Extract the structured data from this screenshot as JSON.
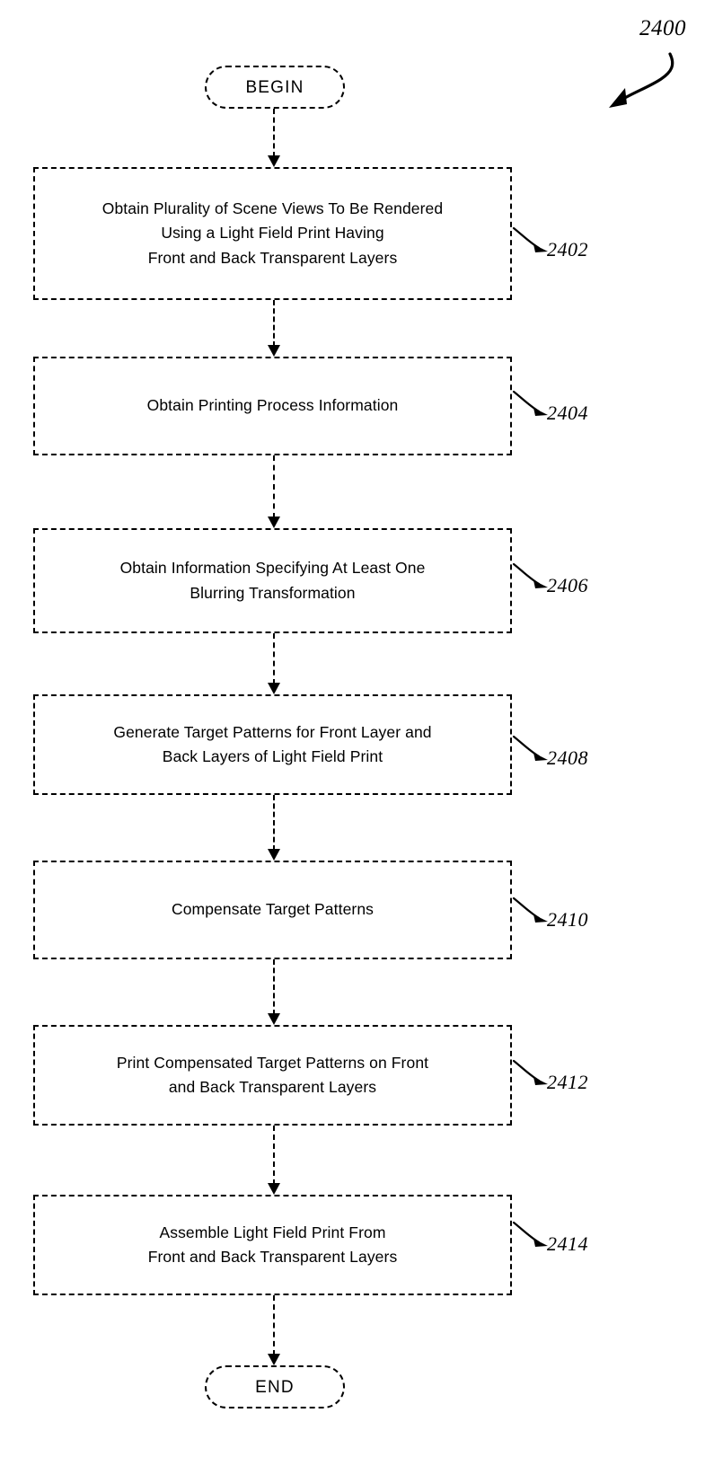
{
  "figure": {
    "number": "2400",
    "type": "flowchart",
    "style": "patent-line-drawing"
  },
  "terminators": {
    "begin": {
      "label": "BEGIN",
      "shape": "rounded-pill"
    },
    "end": {
      "label": "END",
      "shape": "rounded-pill"
    }
  },
  "steps": [
    {
      "ref": "2402",
      "text": "Obtain Plurality of Scene Views To Be Rendered\nUsing a Light Field Print Having\nFront and Back Transparent Layers",
      "lines": 3
    },
    {
      "ref": "2404",
      "text": "Obtain Printing Process Information",
      "lines": 1
    },
    {
      "ref": "2406",
      "text": "Obtain Information Specifying At Least One\nBlurring Transformation",
      "lines": 2
    },
    {
      "ref": "2408",
      "text": "Generate Target Patterns for Front Layer and\nBack Layers of Light Field Print",
      "lines": 2
    },
    {
      "ref": "2410",
      "text": "Compensate Target Patterns",
      "lines": 1
    },
    {
      "ref": "2412",
      "text": "Print Compensated Target Patterns on Front\nand Back Transparent Layers",
      "lines": 2
    },
    {
      "ref": "2414",
      "text": "Assemble Light Field Print From\nFront and Back Transparent Layers",
      "lines": 2
    }
  ],
  "connectors": [
    {
      "from": "BEGIN",
      "to": "2402",
      "arrow": "down"
    },
    {
      "from": "2402",
      "to": "2404",
      "arrow": "down"
    },
    {
      "from": "2404",
      "to": "2406",
      "arrow": "down"
    },
    {
      "from": "2406",
      "to": "2408",
      "arrow": "down"
    },
    {
      "from": "2408",
      "to": "2410",
      "arrow": "down"
    },
    {
      "from": "2410",
      "to": "2412",
      "arrow": "down"
    },
    {
      "from": "2412",
      "to": "2414",
      "arrow": "down"
    },
    {
      "from": "2414",
      "to": "END",
      "arrow": "down"
    }
  ],
  "colors": {
    "stroke": "#000000",
    "background": "#ffffff",
    "text": "#000000"
  }
}
